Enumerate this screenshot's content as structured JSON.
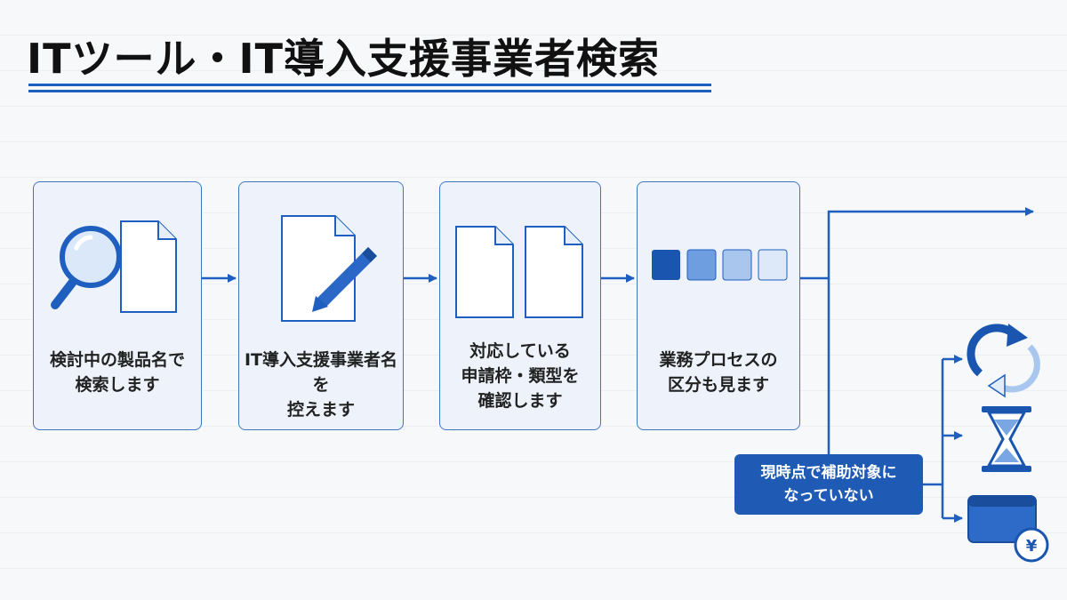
{
  "title": "ITツール・IT導入支援事業者検索",
  "steps": [
    {
      "label": "検討中の製品名で\n検索します"
    },
    {
      "label": "IT導入支援事業者名を\n控えます"
    },
    {
      "label": "対応している\n申請枠・類型を\n確認します"
    },
    {
      "label": "業務プロセスの\n区分も見ます"
    }
  ],
  "status": {
    "label": "現時点で補助対象に\nなっていない"
  },
  "icons": {
    "step1": [
      "magnifier-icon",
      "document-icon"
    ],
    "step2": [
      "document-icon",
      "pencil-icon"
    ],
    "step3": [
      "document-icon",
      "document-icon"
    ],
    "step4": "category-squares-icon",
    "outcomes": [
      "refresh-icon",
      "hourglass-icon",
      "wallet-yen-icon"
    ]
  },
  "colors": {
    "accent": "#1f5fbf",
    "card_bg": "#eef3fb",
    "status_bg": "#1f5bb5",
    "squares": [
      "#1a55b0",
      "#6f9ee0",
      "#a9c6ef",
      "#dde8f8"
    ]
  }
}
